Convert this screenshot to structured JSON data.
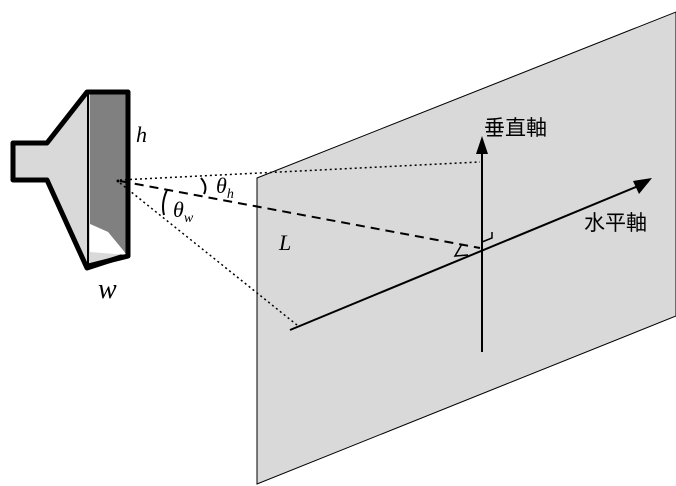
{
  "labels": {
    "h": "h",
    "w": "w",
    "theta_h": "θ",
    "theta_h_sub": "h",
    "theta_w": "θ",
    "theta_w_sub": "w",
    "L": "L",
    "vertical_axis": "垂直軸",
    "horizontal_axis": "水平軸"
  },
  "colors": {
    "plane_fill": "#d9d9d9",
    "horn_fill": "#d9d9d9",
    "aperture_fill": "#808080",
    "stroke": "#000000",
    "background": "#ffffff"
  }
}
